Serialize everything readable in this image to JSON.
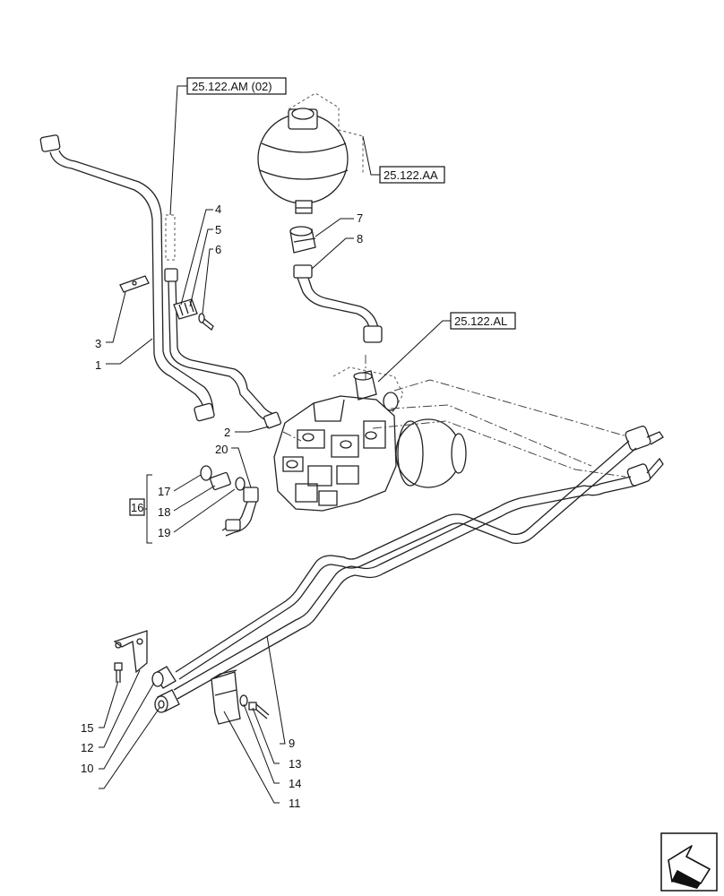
{
  "references": {
    "ref_am": "25.122.AM (02)",
    "ref_aa": "25.122.AA",
    "ref_al": "25.122.AL"
  },
  "callouts": {
    "c1": "1",
    "c2": "2",
    "c3": "3",
    "c4": "4",
    "c5": "5",
    "c6": "6",
    "c7": "7",
    "c8": "8",
    "c9": "9",
    "c10": "10",
    "c11": "11",
    "c12": "12",
    "c13": "13",
    "c14": "14",
    "c15": "15",
    "c16": "16",
    "c17": "17",
    "c18": "18",
    "c19": "19",
    "c20": "20"
  },
  "icons": {
    "nav": "next-page-arrow-icon"
  }
}
